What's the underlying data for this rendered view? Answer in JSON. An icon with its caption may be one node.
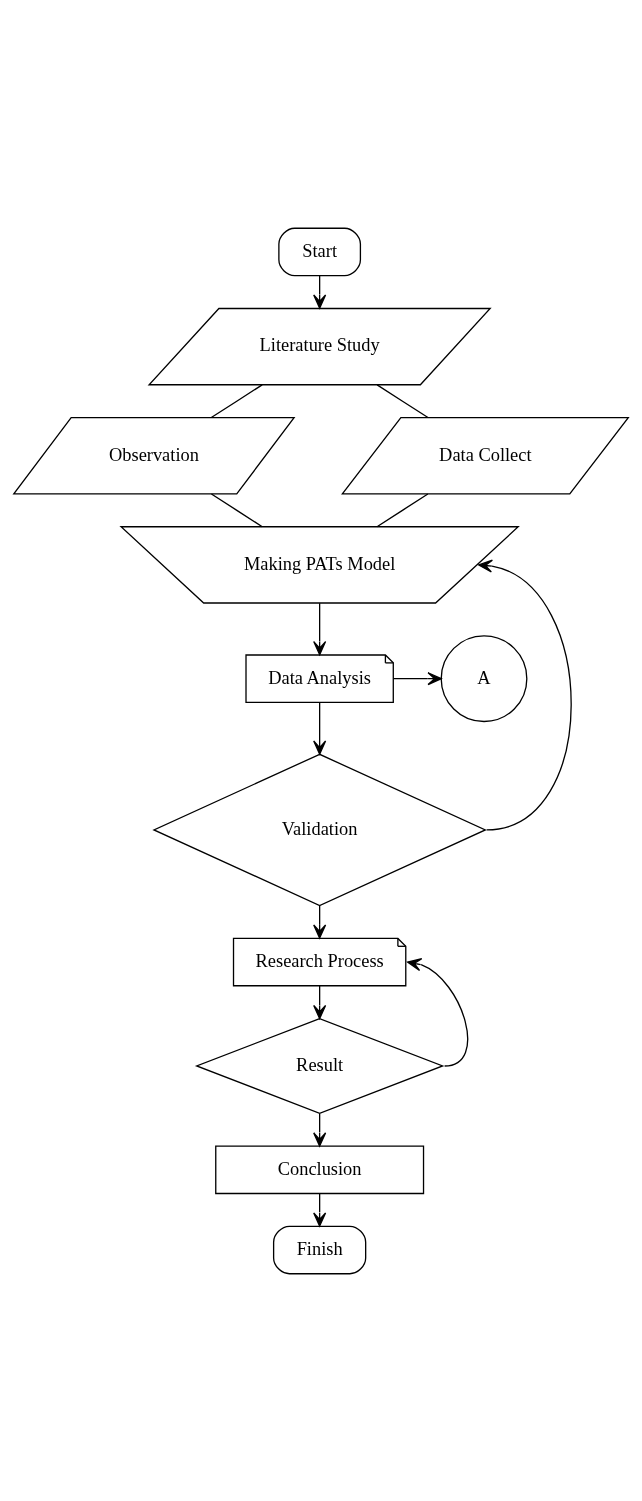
{
  "diagram": {
    "nodes": [
      {
        "text": [
          "Start"
        ]
      },
      {
        "text": [
          "Literature Study"
        ]
      },
      {
        "text": [
          "Observation"
        ]
      },
      {
        "text": [
          "Data Collect"
        ]
      },
      {
        "text": [
          "Making PATs Model"
        ]
      },
      {
        "text": [
          "Data Analysis"
        ]
      },
      {
        "text": [
          "A"
        ]
      },
      {
        "text": [
          "Validation"
        ]
      },
      {
        "text": [
          "Research Process"
        ]
      },
      {
        "text": [
          "Result"
        ]
      },
      {
        "text": [
          "Conclusion"
        ]
      },
      {
        "text": [
          "Finish"
        ]
      }
    ],
    "edges": [
      {
        "from": 0,
        "to": 1,
        "arrow": "to"
      },
      {
        "from": 1,
        "to": 2,
        "arrow": "none"
      },
      {
        "from": 1,
        "to": 3,
        "arrow": "none"
      },
      {
        "from": 2,
        "to": 4,
        "arrow": "none"
      },
      {
        "from": 3,
        "to": 4,
        "arrow": "none"
      },
      {
        "from": 4,
        "to": 5,
        "arrow": "to"
      },
      {
        "from": 5,
        "to": 6,
        "arrow": "to"
      },
      {
        "from": 5,
        "to": 7,
        "arrow": "to"
      },
      {
        "from": 7,
        "to": 4,
        "arrow": "to"
      },
      {
        "from": 7,
        "to": 8,
        "arrow": "to"
      },
      {
        "from": 8,
        "to": 9,
        "arrow": "to"
      },
      {
        "from": 9,
        "to": 8,
        "arrow": "to"
      },
      {
        "from": 9,
        "to": 10,
        "arrow": "to"
      },
      {
        "from": 10,
        "to": 11,
        "arrow": "to"
      }
    ]
  }
}
